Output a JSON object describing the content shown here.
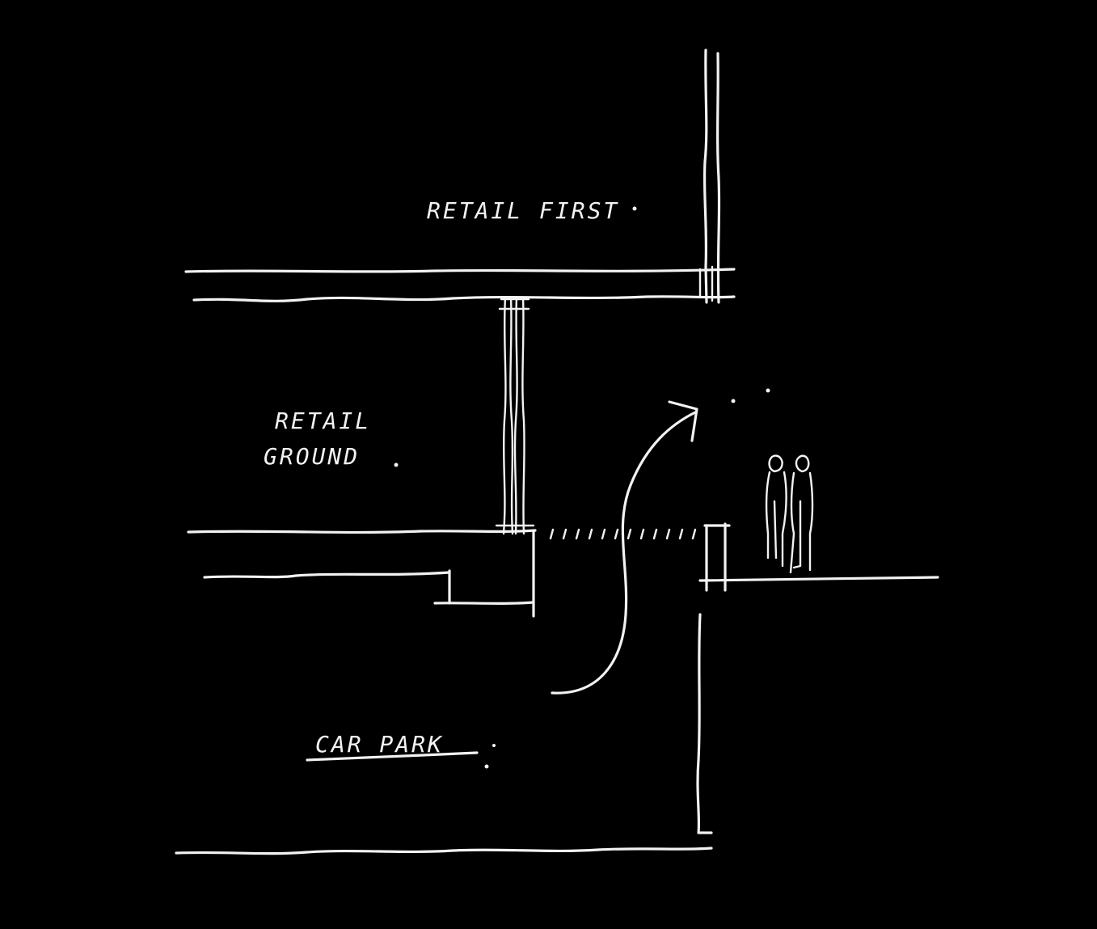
{
  "diagram": {
    "background_color": "#000000",
    "ink_color": "#f2f2f2",
    "labels": {
      "retail_first": "RETAIL FIRST",
      "retail_ground_line1": "RETAIL",
      "retail_ground_line2": "GROUND",
      "car_park": "CAR PARK"
    }
  }
}
